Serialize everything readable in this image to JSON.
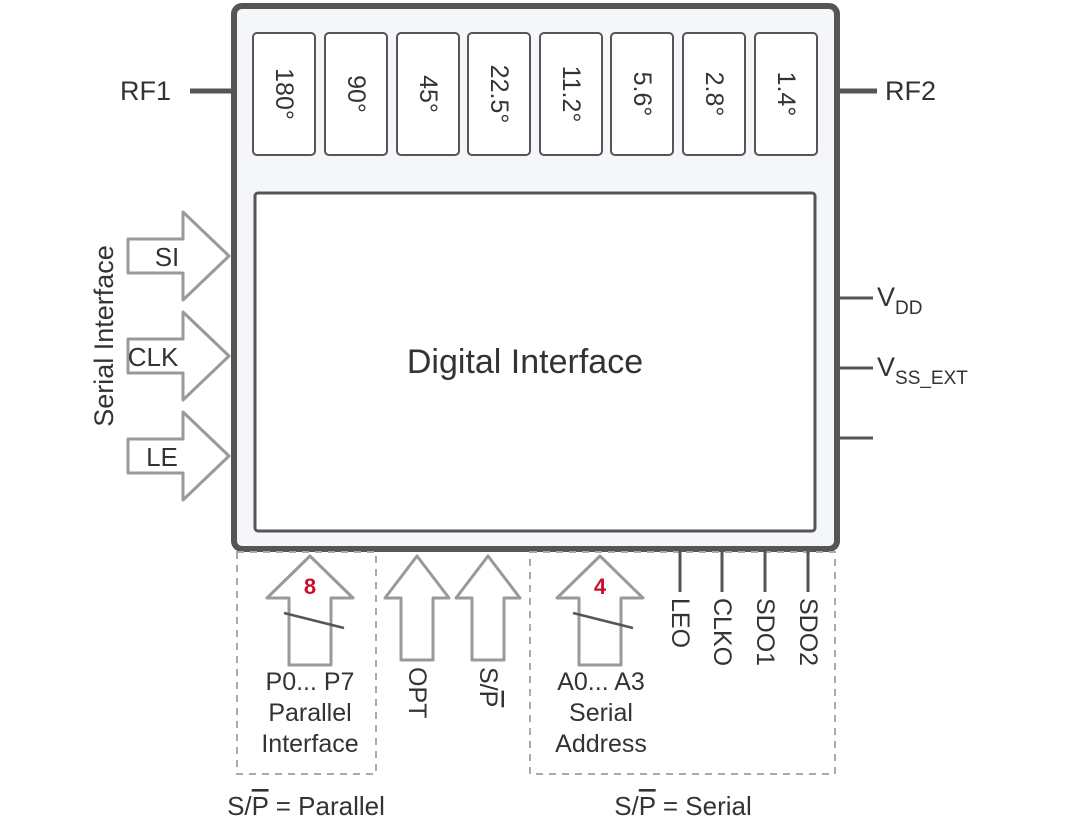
{
  "ports": {
    "rf1": "RF1",
    "rf2": "RF2"
  },
  "phase_bits": [
    "180°",
    "90°",
    "45°",
    "22.5°",
    "11.2°",
    "5.6°",
    "2.8°",
    "1.4°"
  ],
  "core": {
    "label": "Digital Interface"
  },
  "serial_interface": {
    "group_label": "Serial Interface",
    "inputs": [
      "SI",
      "CLK",
      "LE"
    ]
  },
  "supply": {
    "vdd_main": "V",
    "vdd_sub": "DD",
    "vss_main": "V",
    "vss_sub": "SS_EXT"
  },
  "bottom": {
    "parallel": {
      "bus_width": "8",
      "pins": "P0... P7",
      "line1": "Parallel",
      "line2": "Interface"
    },
    "opt": "OPT",
    "sp_s": "S/",
    "sp_p": "P",
    "serial_addr": {
      "bus_width": "4",
      "pins": "A0... A3",
      "line1": "Serial",
      "line2": "Address"
    },
    "outputs": [
      "LEO",
      "CLKO",
      "SDO1",
      "SDO2"
    ]
  },
  "captions": {
    "parallel_mode_a": "S/",
    "parallel_mode_p": "P",
    "parallel_mode_b": " = Parallel",
    "serial_mode_a": "S/",
    "serial_mode_p": "P",
    "serial_mode_b": " = Serial"
  },
  "colors": {
    "outline": "#555555",
    "arrow": "#999999",
    "dashed": "#aaaaaa",
    "bus_width": "#c8102e",
    "chip_fill": "#f4f6fa"
  }
}
